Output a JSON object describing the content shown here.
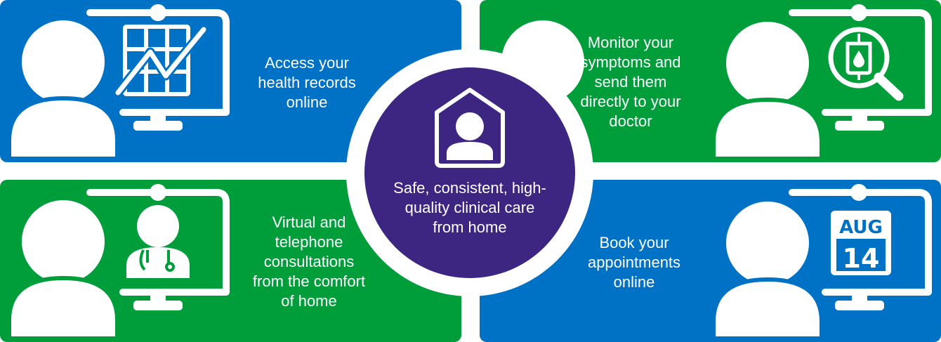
{
  "colors": {
    "blue": "#0072c6",
    "green": "#009e3b",
    "purple": "#3d2682",
    "white": "#ffffff"
  },
  "center": {
    "icon": "person-house-icon",
    "lines": [
      "Safe, consistent, high-",
      "quality clinical care",
      "from home"
    ]
  },
  "panels": {
    "records": {
      "icon": "health-chart-monitor-icon",
      "lines": [
        "Access your",
        "health records",
        "online"
      ]
    },
    "monitor": {
      "icon": "blood-test-magnifier-icon",
      "lines": [
        "Monitor your",
        "symptoms and",
        "send them",
        "directly to your",
        "doctor"
      ]
    },
    "consult": {
      "icon": "doctor-stethoscope-icon",
      "lines": [
        "Virtual and",
        "telephone",
        "consultations",
        "from the comfort",
        "of home"
      ]
    },
    "booking": {
      "icon": "calendar-icon",
      "calendar_month": "AUG",
      "calendar_day": "14",
      "lines": [
        "Book your",
        "appointments",
        "online"
      ]
    }
  }
}
